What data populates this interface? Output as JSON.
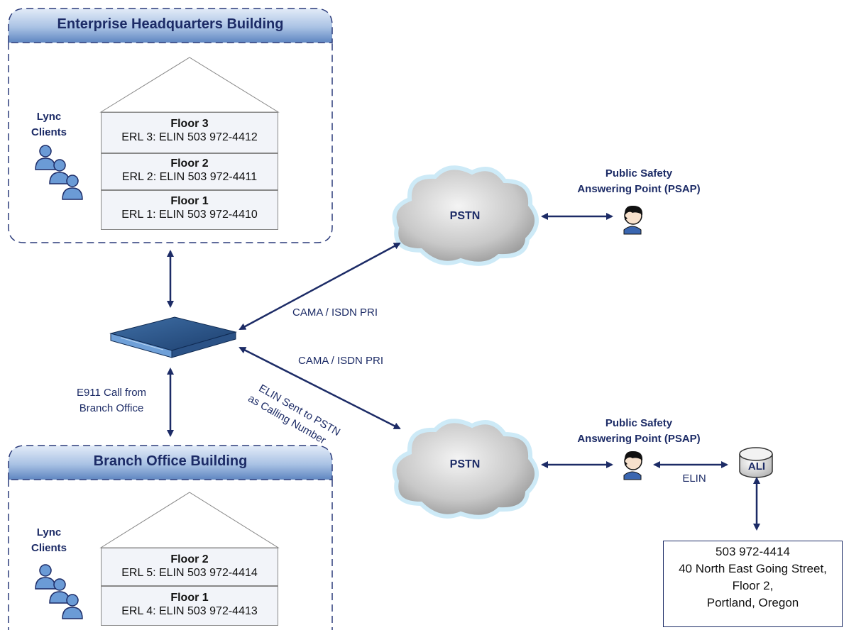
{
  "buildings": {
    "hq": {
      "title": "Enterprise Headquarters Building",
      "clients_label": [
        "Lync",
        "Clients"
      ],
      "floors": [
        {
          "name": "Floor 3",
          "erl": "ERL 3: ELIN 503 972-4412"
        },
        {
          "name": "Floor 2",
          "erl": "ERL 2: ELIN 503 972-4411"
        },
        {
          "name": "Floor 1",
          "erl": "ERL 1: ELIN 503 972-4410"
        }
      ]
    },
    "branch": {
      "title": "Branch Office Building",
      "clients_label": [
        "Lync",
        "Clients"
      ],
      "floors": [
        {
          "name": "Floor 2",
          "erl": "ERL 5: ELIN 503 972-4414"
        },
        {
          "name": "Floor 1",
          "erl": "ERL 4: ELIN 503 972-4413"
        }
      ]
    }
  },
  "labels": {
    "e911_call": [
      "E911 Call from",
      "Branch Office"
    ],
    "cama_upper": "CAMA / ISDN PRI",
    "cama_lower": "CAMA / ISDN PRI",
    "elin_sent": [
      "ELIN Sent to PSTN",
      "as Calling Number"
    ],
    "pstn_upper": "PSTN",
    "pstn_lower": "PSTN",
    "psap_upper": [
      "Public Safety",
      "Answering Point (PSAP)"
    ],
    "psap_lower": [
      "Public Safety",
      "Answering Point (PSAP)"
    ],
    "elin": "ELIN",
    "ali": "ALI"
  },
  "ali_record": [
    "503 972-4414",
    "40 North East Going Street,",
    "Floor 2,",
    "Portland, Oregon"
  ],
  "colors": {
    "navy": "#1c2b66",
    "arrow": "#1c2b66",
    "header_light": "#c9d8ee",
    "header_dark": "#5f86c1",
    "cloud_gray": "#b3b3b3",
    "cloud_glow": "#bfe6f7",
    "floor_fill": "#f2f4f9",
    "person_blue": "#5c8fcf"
  },
  "icons": [
    "lync-clients-icon",
    "gateway-device-icon",
    "pstn-cloud-icon",
    "psap-operator-icon",
    "ali-database-icon"
  ]
}
